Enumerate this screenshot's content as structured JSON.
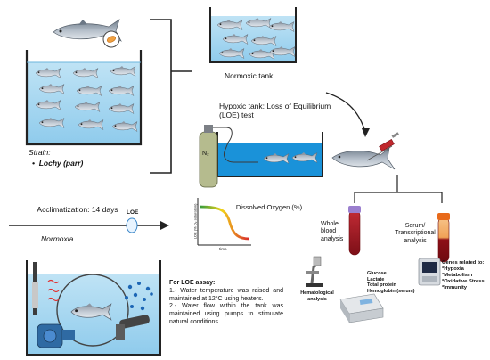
{
  "tanks": {
    "normoxic_label": "Normoxic tank",
    "hypoxic_label": "Hypoxic tank: Loss of Equilibrium (LOE) test",
    "gas_label": "N₂"
  },
  "strain": {
    "label": "Strain:",
    "value": "Lochy (parr)"
  },
  "timeline": {
    "acclimatization": "Acclimatization: 14 days",
    "condition": "Normoxia",
    "marker": "LOE"
  },
  "graph": {
    "title": "Dissolved Oxygen (%)",
    "ylabel": "LOE (% O₂ saturation)",
    "xlabel": "time",
    "colors": {
      "start": "#2e9a3e",
      "mid": "#f2d21a",
      "end": "#d8262b"
    }
  },
  "sampling": {
    "whole_blood": "Whole blood analysis",
    "serum": "Serum/ Transcriptional analysis"
  },
  "analyses": {
    "hematological": "Hematological analysis",
    "biochem": [
      "Glucose",
      "Lactate",
      "Total protein",
      "Hemoglobin (serum)"
    ],
    "genes_title": "Genes related to:",
    "genes": [
      "*Hypoxia",
      "*Metabolism",
      "*Oxidative Stress",
      "*Immunity"
    ]
  },
  "assay": {
    "title": "For LOE assay:",
    "step1": "1.- Water temperature was raised and maintained at 12°C using heaters.",
    "step2": "2.- Water flow within the tank was maintained using pumps to stimulate natural conditions."
  }
}
